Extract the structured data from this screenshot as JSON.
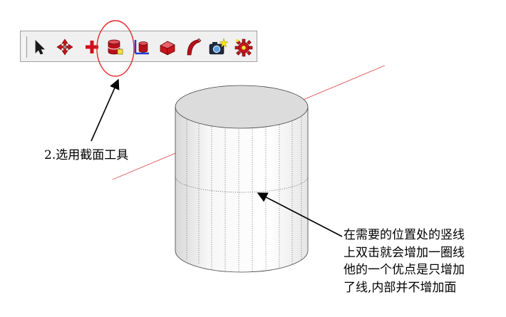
{
  "toolbar": {
    "tools": [
      {
        "icon": "select-arrow-icon"
      },
      {
        "icon": "move-arrows-icon"
      },
      {
        "icon": "add-cross-icon"
      },
      {
        "icon": "section-plane-cylinder-icon",
        "selected": true
      },
      {
        "icon": "axes-cylinder-icon"
      },
      {
        "icon": "push-pull-icon"
      },
      {
        "icon": "follow-me-curve-icon"
      },
      {
        "icon": "camera-sparkle-icon"
      },
      {
        "icon": "gear-settings-icon"
      }
    ]
  },
  "annotations": {
    "step_label": "2.选用截面工具",
    "description_lines": [
      "在需要的位置处的竖线",
      "上双击就会增加一圈线",
      "他的一个优点是只增加",
      "了线,内部并不增加面"
    ]
  },
  "colors": {
    "highlight_circle": "#e8262a",
    "axis_line": "#e05050",
    "tool_red": "#c8141c",
    "cylinder_top": "#dcdcdc",
    "cylinder_side": "#f2f2f2"
  }
}
